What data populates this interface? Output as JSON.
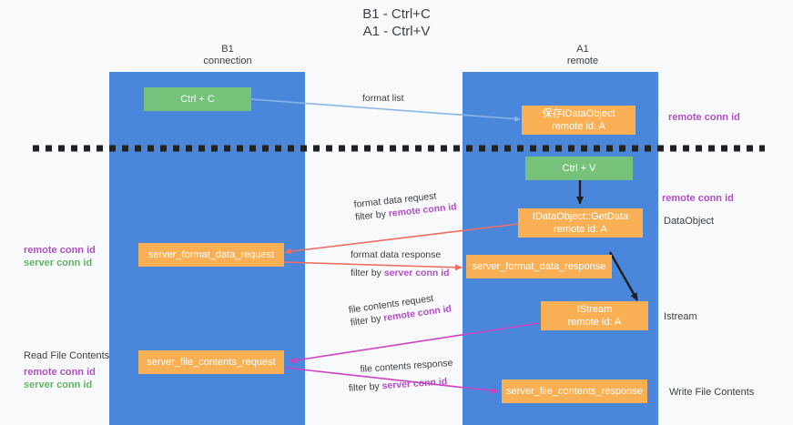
{
  "title": {
    "line1": "B1 - Ctrl+C",
    "line2": "A1 - Ctrl+V"
  },
  "lanes": [
    {
      "name": "B1",
      "sub": "connection"
    },
    {
      "name": "A1",
      "sub": "remote"
    }
  ],
  "boxes": {
    "ctrl_c": "Ctrl + C",
    "ctrl_v": "Ctrl + V",
    "save_idataobject_l1": "保存IDataObject",
    "save_idataobject_l2": "remote id: A",
    "getdata_l1": "IDataObject::GetData",
    "getdata_l2": "remote id: A",
    "istream_l1": "IStream",
    "istream_l2": "remote id: A",
    "server_format_data_request": "server_format_data_request",
    "server_format_data_response": "server_format_data_response",
    "server_file_contents_request": "server_file_contents_request",
    "server_file_contents_response": "server_file_contents_response"
  },
  "side_labels": {
    "right_remote_conn_id_1": "remote conn id",
    "right_remote_conn_id_2": "remote conn id",
    "right_dataobject": "DataObject",
    "right_istream": "Istream",
    "right_write_file_contents": "Write File Contents",
    "left_remote_conn_id_1": "remote conn id",
    "left_server_conn_id_1": "server conn id",
    "left_read_file_contents": "Read File Contents",
    "left_remote_conn_id_2": "remote conn id",
    "left_server_conn_id_2": "server conn id"
  },
  "edge_labels": {
    "format_list": "format list",
    "format_data_request": "format data request",
    "format_data_request_filter_prefix": "filter by ",
    "format_data_request_filter_key": "remote conn id",
    "format_data_response": "format data response",
    "format_data_response_filter_prefix": "filter by ",
    "format_data_response_filter_key": "server conn id",
    "file_contents_request": "file contents request",
    "file_contents_request_filter_prefix": "filter by ",
    "file_contents_request_filter_key": "remote conn id",
    "file_contents_response": "file contents response",
    "file_contents_response_filter_prefix": "filter by ",
    "file_contents_response_filter_key": "server conn id"
  },
  "colors": {
    "lane": "#4a86da",
    "green_box": "#77c27a",
    "orange_box": "#f9b054",
    "purple_text": "#b14fc6",
    "green_text": "#5fb463",
    "arrow_blue": "#8ab4e8",
    "arrow_red": "#ef6e62",
    "arrow_magenta": "#cc44c0",
    "arrow_black": "#202124",
    "divider": "#202124",
    "background": "#f8f9fa"
  }
}
